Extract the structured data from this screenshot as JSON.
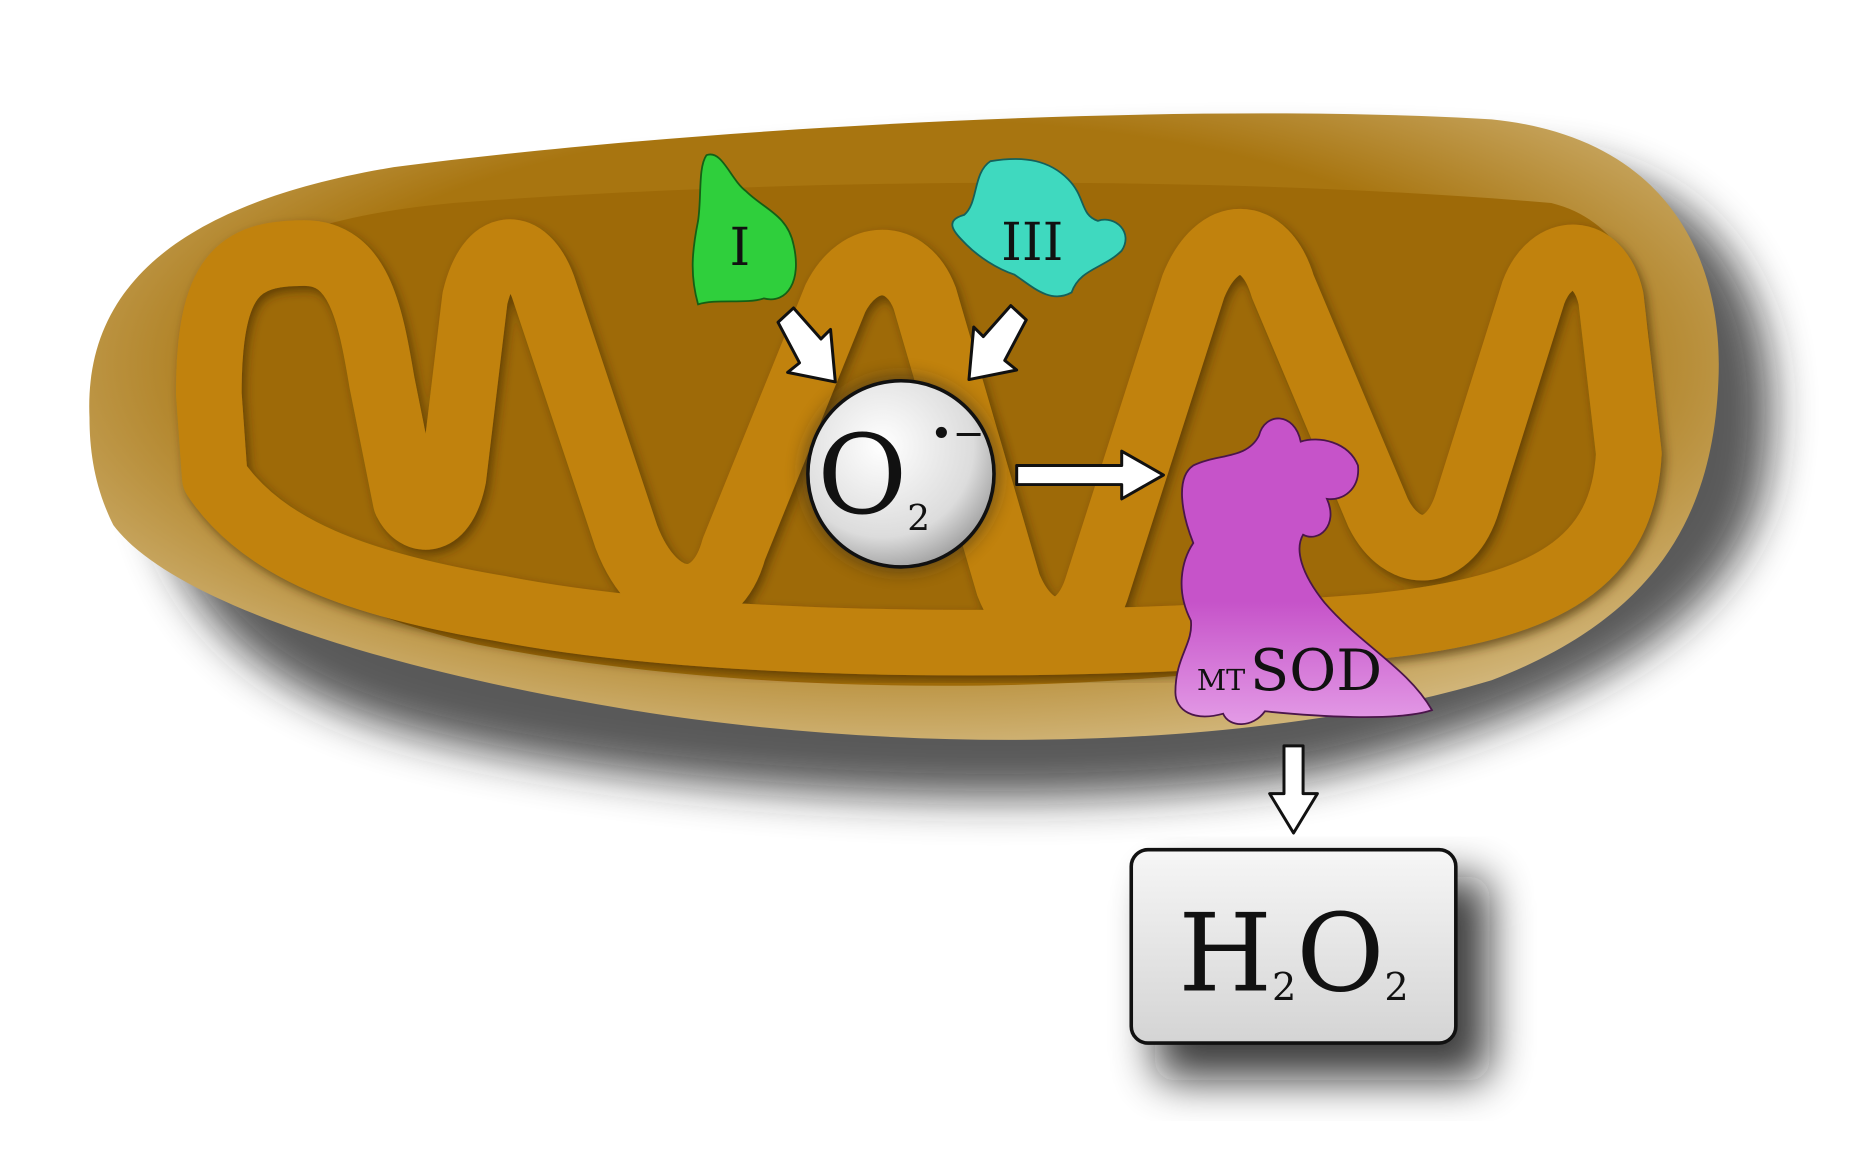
{
  "diagram": {
    "complex_1": {
      "label": "I",
      "color": "#2fcf3c"
    },
    "complex_3": {
      "label": "III",
      "color": "#3fd9bf"
    },
    "superoxide": {
      "base": "O",
      "subscript": "2",
      "superscript": "•−"
    },
    "enzyme": {
      "prefix": "MT",
      "label": "SOD",
      "color": "#cc55cc"
    },
    "product": {
      "base1": "H",
      "sub1": "2",
      "base2": "O",
      "sub2": "2"
    },
    "colors": {
      "matrix": "#9e6a08",
      "membrane": "#c1820f",
      "outer": "#c9a868"
    }
  }
}
